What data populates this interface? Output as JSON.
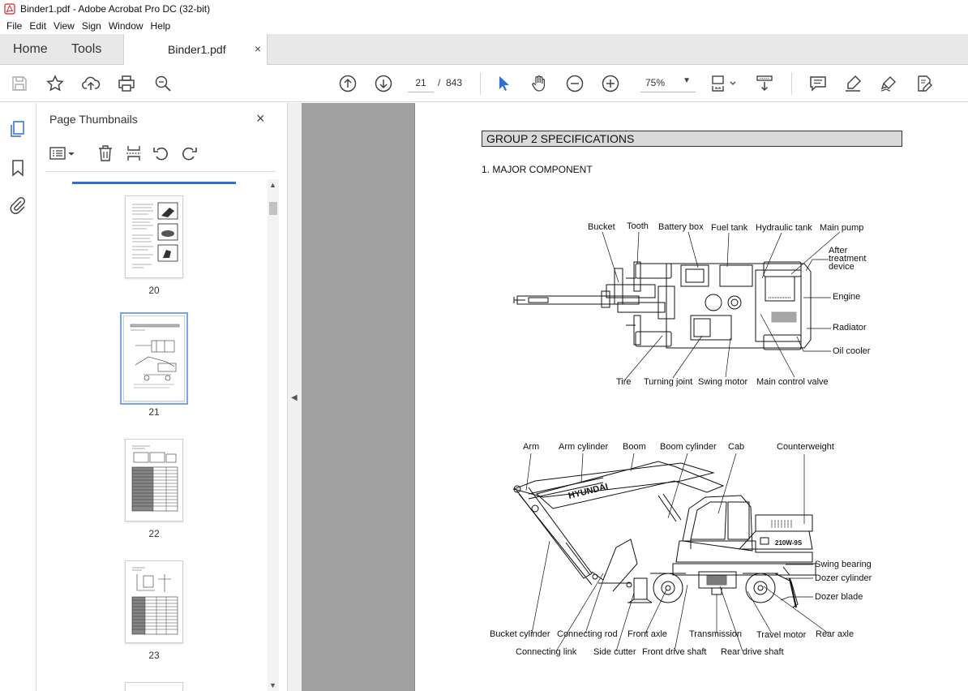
{
  "window": {
    "title": "Binder1.pdf - Adobe Acrobat Pro DC (32-bit)"
  },
  "menu": [
    "File",
    "Edit",
    "View",
    "Sign",
    "Window",
    "Help"
  ],
  "tabs": {
    "home": "Home",
    "tools": "Tools",
    "document": "Binder1.pdf",
    "close": "×"
  },
  "toolbar": {
    "current_page": "21",
    "separator": "/",
    "total_pages": "843",
    "zoom": "75%",
    "icons": [
      "save-icon",
      "star-icon",
      "upload-icon",
      "print-icon",
      "zoom-search-icon",
      "page-up-icon",
      "page-down-icon",
      "select-cursor-icon",
      "hand-icon",
      "zoom-out-icon",
      "zoom-in-icon",
      "fit-page-icon",
      "scroll-mode-icon",
      "comment-icon",
      "highlight-icon",
      "sign-icon",
      "edit-pdf-icon"
    ]
  },
  "thumbnails": {
    "panel_title": "Page Thumbnails",
    "close": "×",
    "pages": [
      {
        "number": "20"
      },
      {
        "number": "21",
        "selected": true
      },
      {
        "number": "22"
      },
      {
        "number": "23"
      }
    ]
  },
  "document": {
    "group_title": "GROUP  2  SPECIFICATIONS",
    "section_title": "1. MAJOR COMPONENT",
    "top_view_labels": {
      "bucket": "Bucket",
      "tooth": "Tooth",
      "battery_box": "Battery box",
      "fuel_tank": "Fuel tank",
      "hydraulic_tank": "Hydraulic tank",
      "main_pump": "Main pump",
      "after_treatment_1": "After",
      "after_treatment_2": "treatment",
      "after_treatment_3": "device",
      "engine": "Engine",
      "radiator": "Radiator",
      "oil_cooler": "Oil cooler",
      "tire": "Tire",
      "turning_joint": "Turning joint",
      "swing_motor": "Swing motor",
      "main_control_valve": "Main control valve"
    },
    "side_view_labels": {
      "arm": "Arm",
      "arm_cylinder": "Arm cylinder",
      "boom": "Boom",
      "boom_cylinder": "Boom cylinder",
      "cab": "Cab",
      "counterweight": "Counterweight",
      "swing_bearing": "Swing bearing",
      "dozer_cylinder": "Dozer cylinder",
      "dozer_blade": "Dozer blade",
      "bucket_cylinder": "Bucket cylinder",
      "connecting_rod": "Connecting rod",
      "front_axle": "Front axle",
      "transmission": "Transmission",
      "travel_motor": "Travel motor",
      "rear_axle": "Rear axle",
      "connecting_link": "Connecting link",
      "side_cutter": "Side cutter",
      "front_drive_shaft": "Front drive shaft",
      "rear_drive_shaft": "Rear drive shaft"
    },
    "boom_brand": "HYUNDAI",
    "model_badge": "210W-9S"
  },
  "colors": {
    "accent": "#2d6fd6",
    "viewport_bg": "#a0a0a0",
    "tab_bg": "#e8e8e8"
  }
}
